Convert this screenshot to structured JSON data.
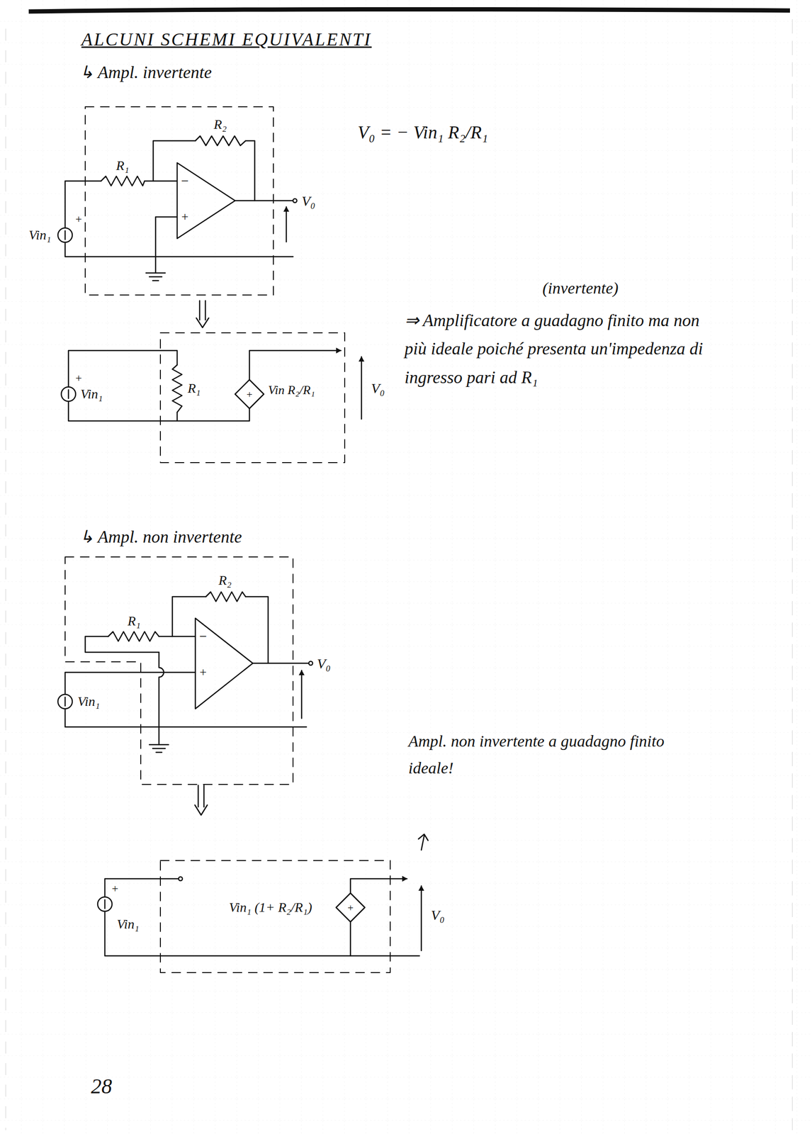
{
  "diagram": {
    "title": "ALCUNI SCHEMI EQUIVALENTI",
    "labels": [
      "↳ Ampl. invertente",
      "R₂",
      "R₁",
      "−",
      "+",
      "V₀",
      "+",
      "Vin₁",
      "V₀ = − Vin₁ R₂/R₁",
      "(invertente)",
      "⇒ Amplificatore a guadagno finito ma non più ideale poiché presenta un'impedenza di ingresso pari ad R₁",
      "+",
      "Vin₁",
      "R₁",
      "Vin R₂/R₁",
      "+",
      "V₀",
      "↳ Ampl. non invertente",
      "R₂",
      "R₁",
      "−",
      "+",
      "V₀",
      "Vin₁",
      "Ampl. non invertente a guadagno finito ideale!",
      "+",
      "Vin₁",
      "Vin₁ (1+ R₂/R₁)",
      "+",
      "V₀",
      "28"
    ]
  }
}
